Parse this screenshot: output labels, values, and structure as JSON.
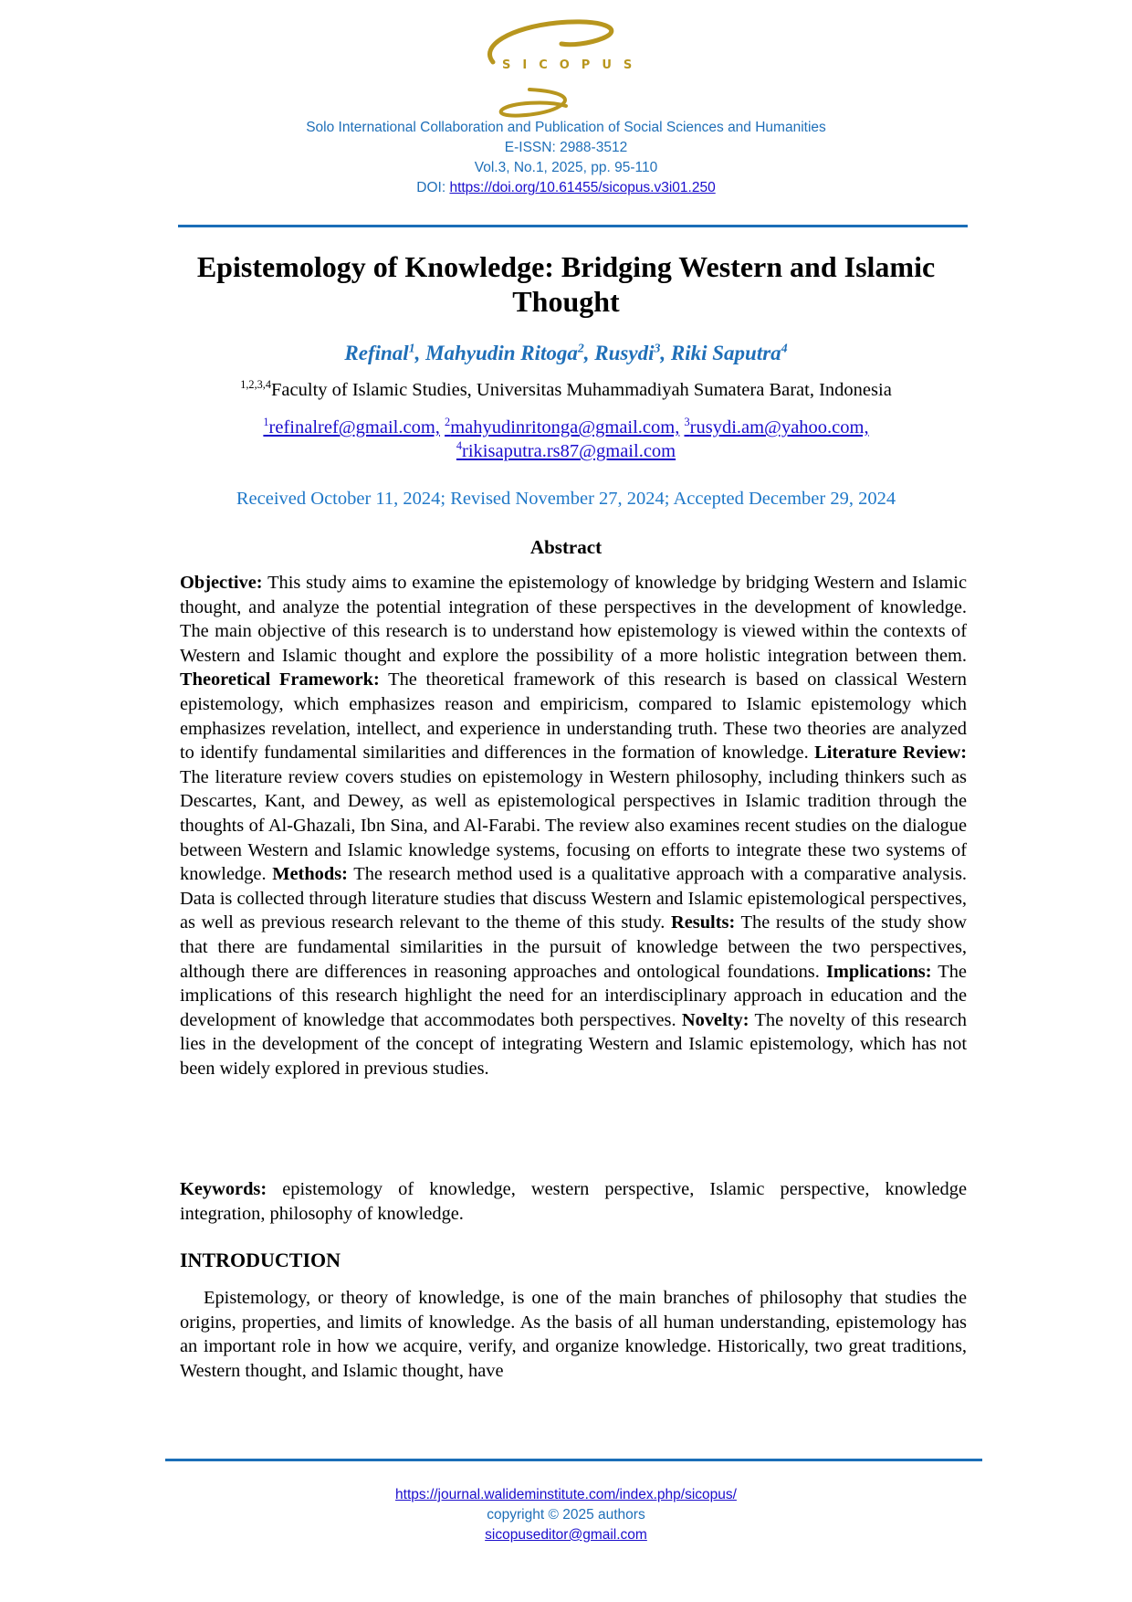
{
  "header": {
    "logo_text": "SICOPUS",
    "journal_name": "Solo International Collaboration and Publication of Social Sciences and Humanities",
    "eissn": "E-ISSN: 2988-3512",
    "volume": "Vol.3, No.1, 2025, pp. 95-110",
    "doi_label": "DOI: ",
    "doi_link": "https://doi.org/10.61455/sicopus.v3i01.250",
    "brand_color": "#1f6fb8",
    "logo_color": "#b8961e"
  },
  "article": {
    "title_line1": "Epistemology of Knowledge: Bridging Western and Islamic",
    "title_line2": "Thought",
    "authors": [
      {
        "name": "Refinal",
        "sup": "1"
      },
      {
        "name": "Mahyudin Ritoga",
        "sup": "2"
      },
      {
        "name": "Rusydi",
        "sup": "3"
      },
      {
        "name": "Riki Saputra",
        "sup": "4"
      }
    ],
    "affiliation_sup": "1,2,3,4",
    "affiliation": "Faculty of Islamic Studies, Universitas Muhammadiyah Sumatera Barat, Indonesia",
    "emails": [
      {
        "sup": "1",
        "email": "refinalref@gmail.com,"
      },
      {
        "sup": "2",
        "email": "mahyudinritonga@gmail.com,"
      },
      {
        "sup": "3",
        "email": "rusydi.am@yahoo.com,"
      },
      {
        "sup": "4",
        "email": "rikisaputra.rs87@gmail.com"
      }
    ],
    "received": "Received October 11, 2024; Revised November 27, 2024; Accepted December 29, 2024"
  },
  "abstract": {
    "heading": "Abstract",
    "segments": [
      {
        "bold": "Objective:",
        "text": " This study aims to examine the epistemology of knowledge by bridging Western and Islamic thought, and analyze the potential integration of these perspectives in the development of knowledge. The main objective of this research is to understand how epistemology is viewed within the contexts of Western and Islamic thought and explore the possibility of a more holistic integration between them. "
      },
      {
        "bold": "Theoretical Framework:",
        "text": " The theoretical framework of this research is based on classical Western epistemology, which emphasizes reason and empiricism, compared to Islamic epistemology which emphasizes revelation, intellect, and experience in understanding truth. These two theories are analyzed to identify fundamental similarities and differences in the formation of knowledge. "
      },
      {
        "bold": "Literature Review:",
        "text": " The literature review covers studies on epistemology in Western philosophy, including thinkers such as Descartes, Kant, and Dewey, as well as epistemological perspectives in Islamic tradition through the thoughts of Al-Ghazali, Ibn Sina, and Al-Farabi. The review also examines recent studies on the dialogue between Western and Islamic knowledge systems, focusing on efforts to integrate these two systems of knowledge. "
      },
      {
        "bold": "Methods:",
        "text": " The research method used is a qualitative approach with a comparative analysis. Data is collected through literature studies that discuss Western and Islamic epistemological perspectives, as well as previous research relevant to the theme of this study. "
      },
      {
        "bold": "Results:",
        "text": "  The results of the study show that there are fundamental similarities in the pursuit of knowledge between the two perspectives, although there are differences in reasoning approaches and ontological foundations. "
      },
      {
        "bold": "Implications:",
        "text": " The implications of this research highlight the need for an interdisciplinary approach in education and the development of knowledge that accommodates both perspectives. "
      },
      {
        "bold": "Novelty:",
        "text": " The novelty of this research lies in the development of the concept of integrating Western and Islamic epistemology, which has not been widely explored in previous studies."
      }
    ],
    "keywords_label": "Keywords:",
    "keywords": " epistemology of knowledge, western perspective, Islamic perspective, knowledge integration, philosophy of knowledge."
  },
  "introduction": {
    "heading": "INTRODUCTION",
    "text": "Epistemology, or theory of knowledge, is one of the main branches of philosophy that studies the origins, properties, and limits of knowledge. As the basis of all human understanding, epistemology has an important role in how we acquire, verify, and organize knowledge. Historically, two great traditions, Western thought, and Islamic thought, have"
  },
  "footer": {
    "url": "https://journal.walideminstitute.com/index.php/sicopus/",
    "copyright": "copyright © 2025 authors",
    "email": "sicopuseditor@gmail.com"
  }
}
